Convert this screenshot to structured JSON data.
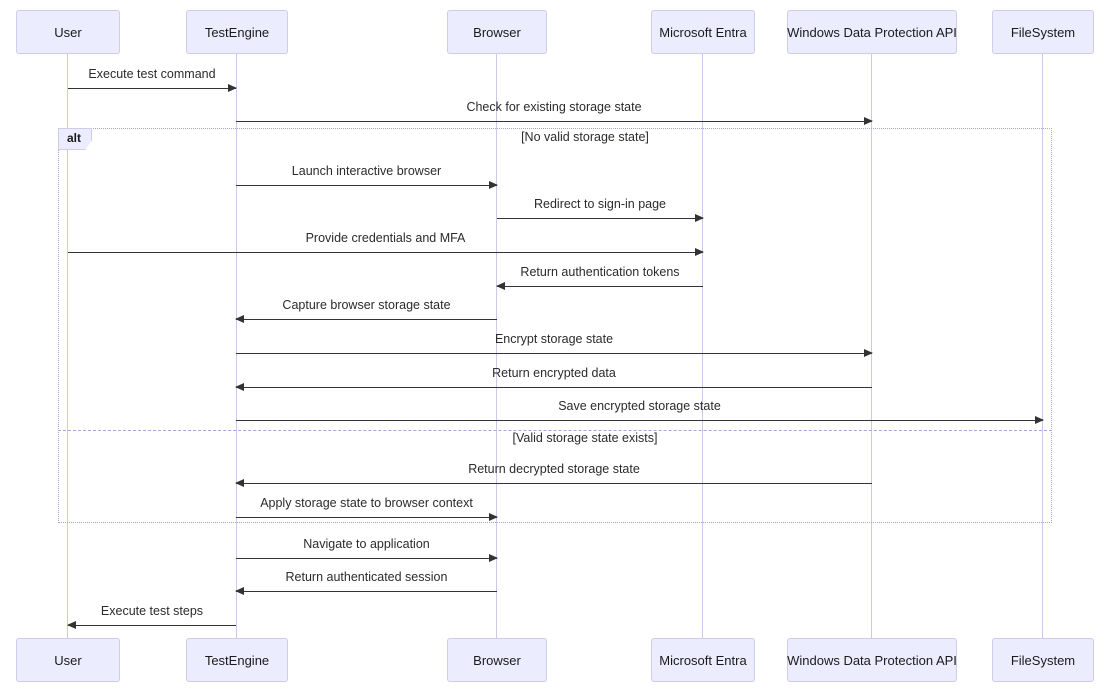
{
  "diagram": {
    "type": "sequence",
    "actors": [
      {
        "name": "User"
      },
      {
        "name": "TestEngine"
      },
      {
        "name": "Browser"
      },
      {
        "name": "Microsoft Entra"
      },
      {
        "name": "Windows Data Protection API"
      },
      {
        "name": "FileSystem"
      }
    ],
    "frame": {
      "label": "alt",
      "conditions": [
        "[No valid storage state]",
        "[Valid storage state exists]"
      ]
    },
    "messages": [
      {
        "from": "User",
        "to": "TestEngine",
        "label": "Execute test command"
      },
      {
        "from": "TestEngine",
        "to": "Windows Data Protection API",
        "label": "Check for existing storage state"
      },
      {
        "from": "TestEngine",
        "to": "Browser",
        "label": "Launch interactive browser"
      },
      {
        "from": "Browser",
        "to": "Microsoft Entra",
        "label": "Redirect to sign-in page"
      },
      {
        "from": "User",
        "to": "Microsoft Entra",
        "label": "Provide credentials and MFA"
      },
      {
        "from": "Microsoft Entra",
        "to": "Browser",
        "label": "Return authentication tokens"
      },
      {
        "from": "Browser",
        "to": "TestEngine",
        "label": "Capture browser storage state"
      },
      {
        "from": "TestEngine",
        "to": "Windows Data Protection API",
        "label": "Encrypt storage state"
      },
      {
        "from": "Windows Data Protection API",
        "to": "TestEngine",
        "label": "Return encrypted data"
      },
      {
        "from": "TestEngine",
        "to": "FileSystem",
        "label": "Save encrypted storage state"
      },
      {
        "from": "Windows Data Protection API",
        "to": "TestEngine",
        "label": "Return decrypted storage state"
      },
      {
        "from": "TestEngine",
        "to": "Browser",
        "label": "Apply storage state to browser context"
      },
      {
        "from": "TestEngine",
        "to": "Browser",
        "label": "Navigate to application"
      },
      {
        "from": "Browser",
        "to": "TestEngine",
        "label": "Return authenticated session"
      },
      {
        "from": "TestEngine",
        "to": "User",
        "label": "Execute test steps"
      }
    ],
    "colors": {
      "actor_fill": "#ECECFF",
      "actor_border": "#CFCBE8",
      "lifeline": "#CDC7EA",
      "arrow": "#333333",
      "frame_border": "#AAA3D9"
    }
  }
}
